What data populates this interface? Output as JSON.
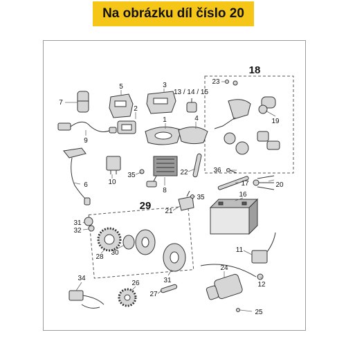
{
  "banner": {
    "text": "Na obrázku díl číslo 20"
  },
  "callouts": {
    "n1": "1",
    "n2": "2",
    "n3": "3",
    "n4": "4",
    "n5": "5",
    "n6": "6",
    "n7": "7",
    "n8": "8",
    "n9": "9",
    "n10": "10",
    "n11": "11",
    "n12": "12",
    "n13_15": "13 / 14 / 15",
    "n16": "16",
    "n17": "17",
    "n18": "18",
    "n19": "19",
    "n20": "20",
    "n21": "21",
    "n22": "22",
    "n23": "23",
    "n24": "24",
    "n25": "25",
    "n26": "26",
    "n27": "27",
    "n28": "28",
    "n29": "29",
    "n30": "30",
    "n31a": "31",
    "n31b": "31",
    "n32": "32",
    "n34": "34",
    "n35a": "35",
    "n35b": "35",
    "n36": "36"
  },
  "colors": {
    "banner_bg": "#f5c518",
    "line": "#333333",
    "part_fill": "#d6d6d6",
    "dash": "#555555"
  }
}
